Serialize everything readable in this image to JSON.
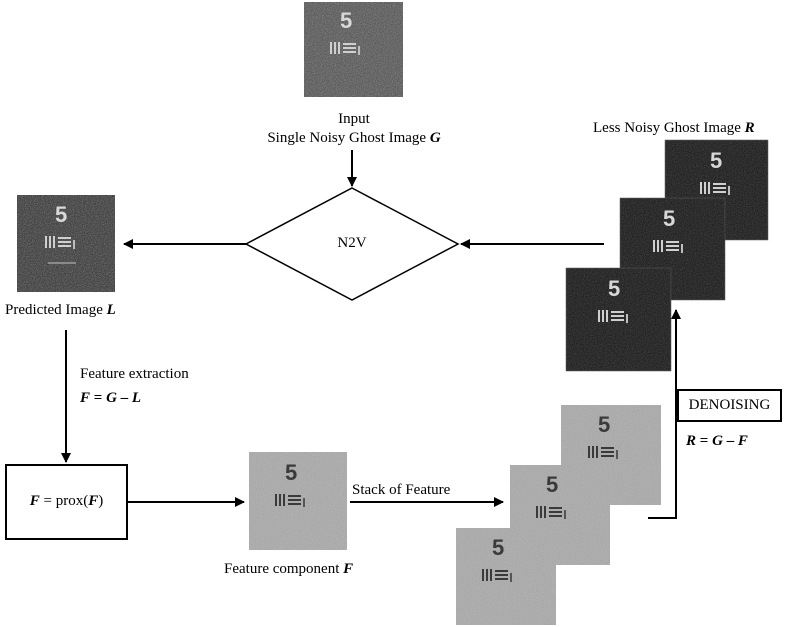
{
  "input": {
    "line1": "Input",
    "line2_text": "Single Noisy Ghost Image",
    "line2_symbol": "G"
  },
  "decision": {
    "label": "N2V"
  },
  "less_noisy": {
    "text": "Less Noisy Ghost Image",
    "symbol": "R"
  },
  "predicted": {
    "text": "Predicted Image",
    "symbol": "L"
  },
  "feature_extraction": {
    "title": "Feature extraction",
    "eq_lhs": "F",
    "eq_mid": " = ",
    "eq_a": "G",
    "eq_op": " – ",
    "eq_b": "L"
  },
  "prox_box": {
    "lhs": "F",
    "mid": " = prox(",
    "arg": "F",
    "end": ")"
  },
  "feature_component": {
    "text": "Feature component",
    "symbol": "F"
  },
  "stack_label": "Stack of Feature",
  "denoising": {
    "label": "DENOISING",
    "eq_lhs": "R",
    "eq_mid": " = ",
    "eq_a": "G",
    "eq_op": " – ",
    "eq_b": "F"
  },
  "image_digit": "5",
  "colors": {
    "dark_image": "#2a2a2a",
    "noisy_image": "#4a4a4a",
    "feature_image": "#a8a8a8",
    "stroke": "#000000"
  }
}
